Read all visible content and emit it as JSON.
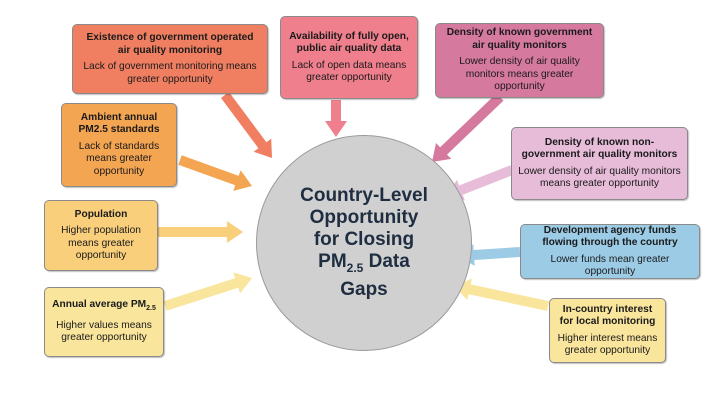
{
  "center": {
    "line1": "Country-Level",
    "line2": "Opportunity",
    "line3": "for Closing",
    "pm": "PM",
    "pm_sub": "2.5",
    "line4_rest": " Data",
    "line5": "Gaps"
  },
  "factors": [
    {
      "id": "govt-monitoring",
      "title": "Existence of government operated air quality monitoring",
      "desc": "Lack of government monitoring means greater opportunity",
      "color": "#f07f62"
    },
    {
      "id": "open-data",
      "title": "Availability of fully open, public air quality data",
      "desc": "Lack of open data means greater opportunity",
      "color": "#ef7f8c"
    },
    {
      "id": "govt-density",
      "title": "Density of known government air quality monitors",
      "desc": "Lower density of air quality monitors means greater opportunity",
      "color": "#d6799f"
    },
    {
      "id": "pm-standards",
      "title": "Ambient annual PM2.5 standards",
      "desc": "Lack of standards means greater opportunity",
      "color": "#f4a552"
    },
    {
      "id": "nongovt-density",
      "title": "Density of known non-government air quality monitors",
      "desc": "Lower density of air quality monitors means greater opportunity",
      "color": "#e7bcd9"
    },
    {
      "id": "population",
      "title": "Population",
      "desc": "Higher population means greater opportunity",
      "color": "#f9cf7c"
    },
    {
      "id": "dev-funds",
      "title": "Development agency funds flowing through the country",
      "desc": "Lower funds mean greater opportunity",
      "color": "#9ccbe6"
    },
    {
      "id": "annual-pm",
      "title": "Annual average PM",
      "title_sub": "2.5",
      "desc": "Higher values means greater opportunity",
      "color": "#fae59d"
    },
    {
      "id": "local-interest",
      "title": "In-country interest for local monitoring",
      "desc": "Higher interest means greater opportunity",
      "color": "#fae59d"
    }
  ]
}
